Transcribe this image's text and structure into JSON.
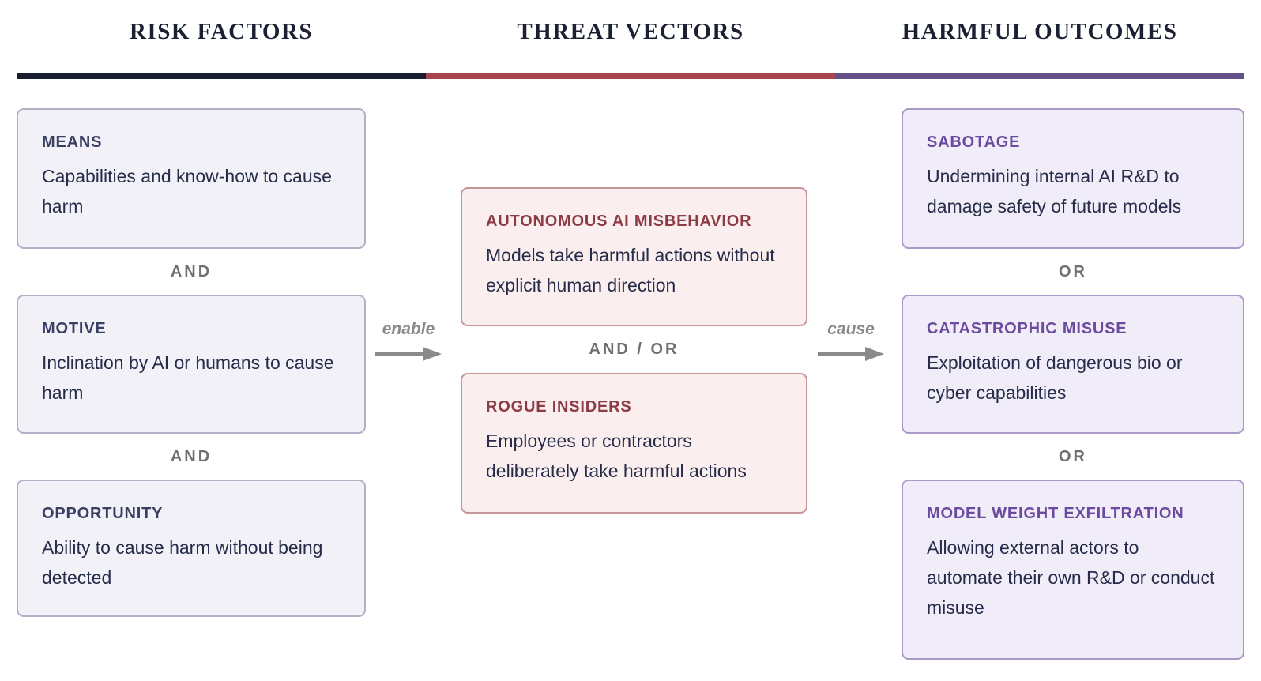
{
  "header": {
    "columns": [
      {
        "label": "RISK FACTORS"
      },
      {
        "label": "THREAT VECTORS"
      },
      {
        "label": "HARMFUL OUTCOMES"
      }
    ],
    "bar_colors": {
      "risk_factors": "#191d30",
      "threat_vectors": "#a8444e",
      "harmful_outcomes": "#645089"
    }
  },
  "risk_factors": {
    "boxes": [
      {
        "title": "MEANS",
        "body": "Capabilities and know-how to cause harm"
      },
      {
        "title": "MOTIVE",
        "body": "Inclination by AI or humans to cause harm"
      },
      {
        "title": "OPPORTUNITY",
        "body": "Ability to cause harm without being detected"
      }
    ],
    "connectors": [
      "AND",
      "AND"
    ]
  },
  "threat_vectors": {
    "boxes": [
      {
        "title": "AUTONOMOUS AI MISBEHAVIOR",
        "body": "Models take harmful actions without explicit human direction"
      },
      {
        "title": "ROGUE INSIDERS",
        "body": "Employees or contractors deliberately take harmful actions"
      }
    ],
    "connectors": [
      "AND / OR"
    ]
  },
  "harmful_outcomes": {
    "boxes": [
      {
        "title": "SABOTAGE",
        "body": "Undermining internal AI R&D to damage safety of future models"
      },
      {
        "title": "CATASTROPHIC MISUSE",
        "body": "Exploitation of dangerous bio or cyber capabilities"
      },
      {
        "title": "MODEL WEIGHT EXFILTRATION",
        "body": "Allowing external actors to automate their own R&D or conduct misuse"
      }
    ],
    "connectors": [
      "OR",
      "OR"
    ]
  },
  "arrows": [
    {
      "label": "enable"
    },
    {
      "label": "cause"
    }
  ],
  "colors": {
    "box_lavender_bg": "#f2f1f7",
    "box_lavender_border": "#b2b0c6",
    "box_lavender_title": "#3a3e63",
    "box_rose_bg": "#faeeee",
    "box_rose_border": "#c6959a",
    "box_rose_title": "#8c3b45",
    "box_purple_bg": "#f1edf8",
    "box_purple_border": "#ab99cc",
    "box_purple_title": "#6a4b9f",
    "body_text": "#262c49",
    "connector_gray": "#6f6f6f",
    "arrow_gray": "#8a8a8a",
    "header_text": "#1b2032"
  }
}
